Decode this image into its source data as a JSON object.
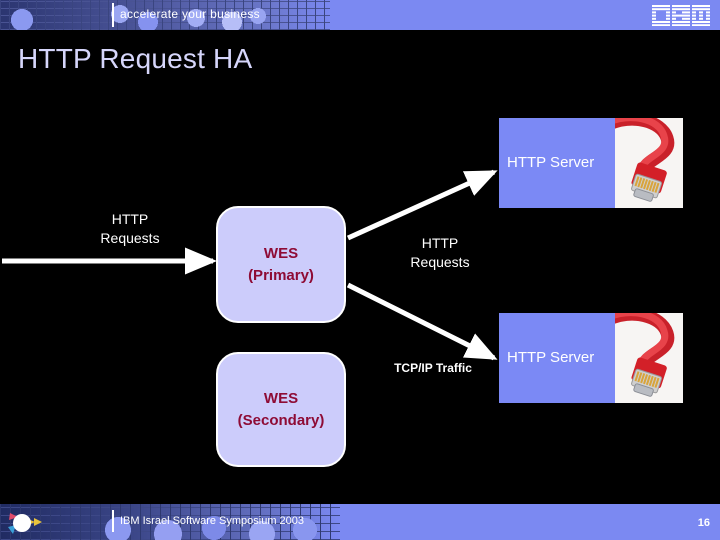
{
  "header": {
    "tagline": "accelerate your business",
    "logo_name": "ibm-logo"
  },
  "title": "HTTP Request HA",
  "diagram": {
    "wes_primary": {
      "line1": "WES",
      "line2": "(Primary)"
    },
    "wes_secondary": {
      "line1": "WES",
      "line2": "(Secondary)"
    },
    "server_top": "HTTP Server",
    "server_bottom": "HTTP Server",
    "label_incoming": {
      "line1": "HTTP",
      "line2": "Requests"
    },
    "label_outgoing": {
      "line1": "HTTP",
      "line2": "Requests"
    },
    "label_tcpip": "TCP/IP Traffic",
    "colors": {
      "server_box": "#7b89f5",
      "wes_box": "#ccccfb",
      "wes_text": "#8e0b35",
      "arrow": "#ffffff",
      "title_text": "#d6d6fb",
      "band": "#7b89f2",
      "background": "#000000"
    }
  },
  "footer": {
    "text": "IBM Israel Software Symposium 2003",
    "page_number": "16"
  }
}
